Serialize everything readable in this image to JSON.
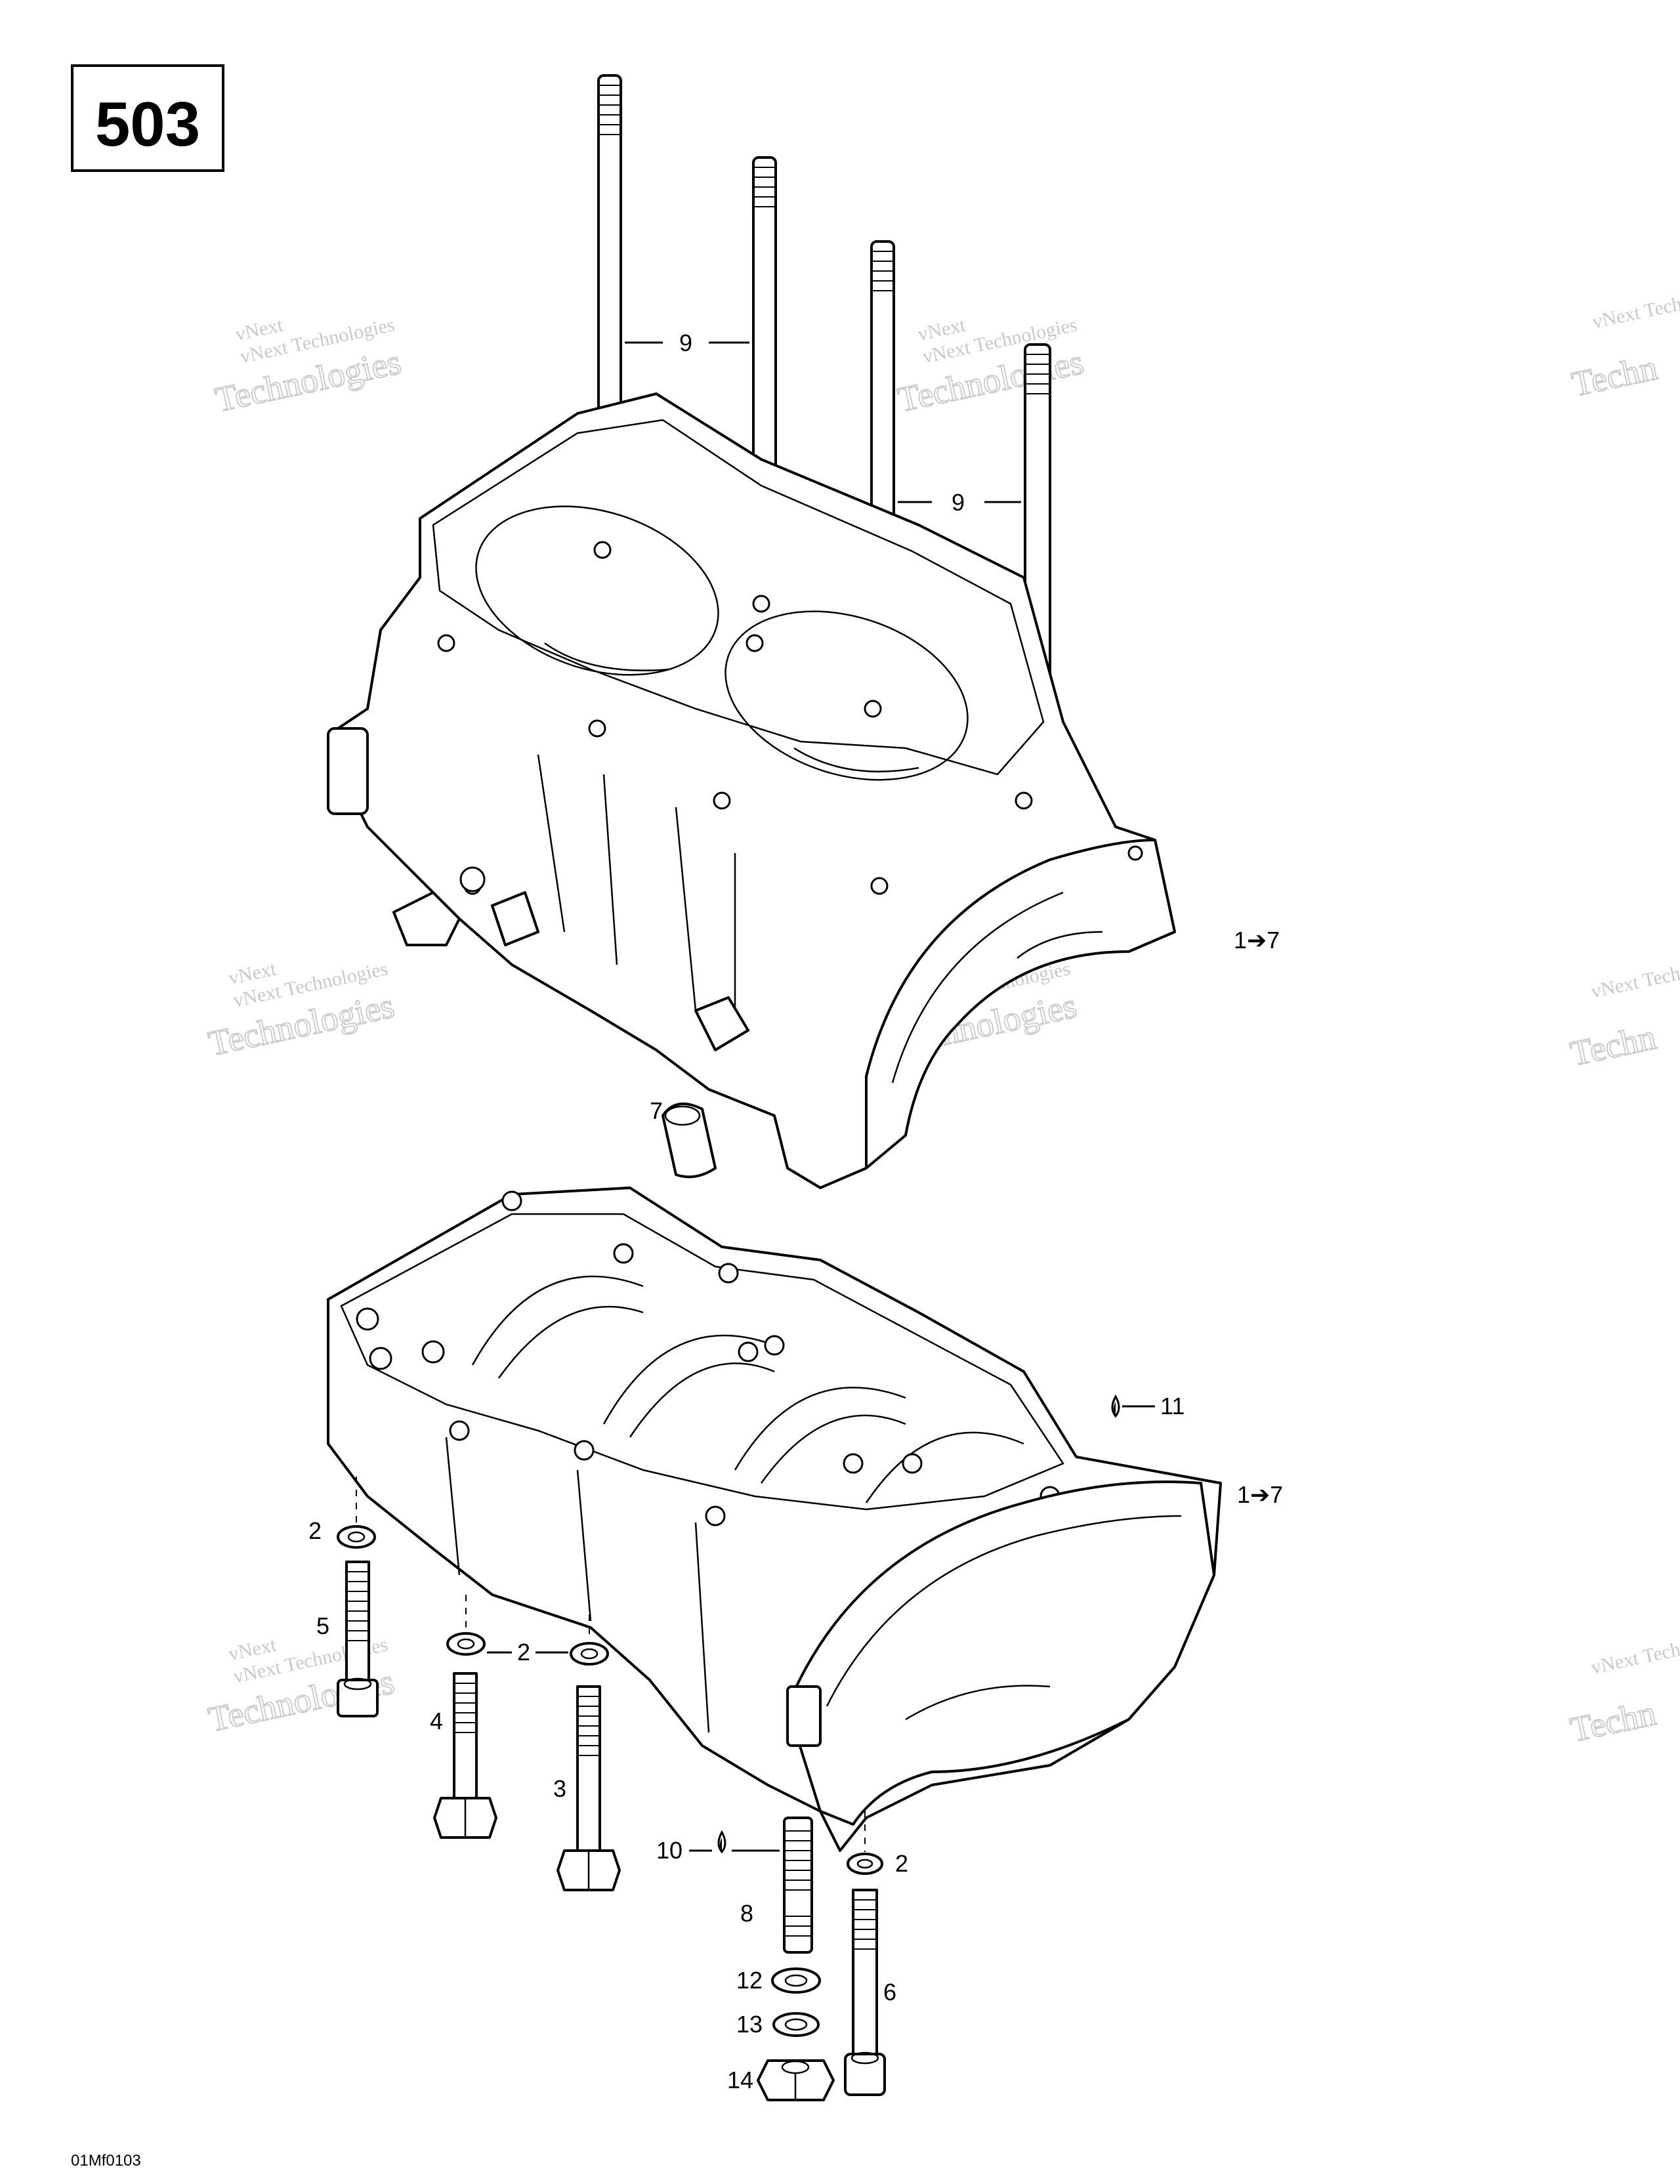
{
  "diagram_number": "503",
  "figure_code": "01Mf0103",
  "watermark": {
    "line1": "vNext Technologies",
    "line2": "vNext",
    "line3": "Technologies",
    "line4": "vNext Techn",
    "line5": "Techn"
  },
  "callouts": {
    "c9": "9",
    "c1to7": "1➔7",
    "c7": "7",
    "c11": "11",
    "c2": "2",
    "c5": "5",
    "c4": "4",
    "c3": "3",
    "c10": "10",
    "c8": "8",
    "c6": "6",
    "c12": "12",
    "c13": "13",
    "c14": "14"
  }
}
